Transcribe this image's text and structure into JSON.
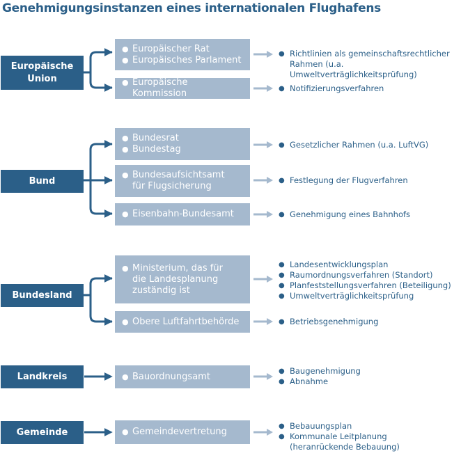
{
  "title": "Genehmigungsinstanzen eines internationalen Flughafens",
  "colors": {
    "dark": "#2b5f88",
    "light": "#a5b9ce",
    "arrow": "#a5b9ce"
  },
  "groups": [
    {
      "level": "Europäische\nUnion",
      "institutions": [
        {
          "items": [
            "Europäischer Rat",
            "Europäisches Parlament"
          ],
          "results": [
            "Richtlinien als gemeinschaftsrechtlicher\nRahmen (u.a. Umweltverträglichkeitsprüfung)"
          ]
        },
        {
          "items": [
            "Europäische Kommission"
          ],
          "results": [
            "Notifizierungsverfahren"
          ]
        }
      ]
    },
    {
      "level": "Bund",
      "institutions": [
        {
          "items": [
            "Bundesrat",
            "Bundestag"
          ],
          "results": [
            "Gesetzlicher Rahmen (u.a. LuftVG)"
          ]
        },
        {
          "items": [
            "Bundesaufsichtsamt\nfür Flugsicherung"
          ],
          "results": [
            "Festlegung der Flugverfahren"
          ]
        },
        {
          "items": [
            "Eisenbahn-Bundesamt"
          ],
          "results": [
            "Genehmigung eines Bahnhofs"
          ]
        }
      ]
    },
    {
      "level": "Bundesland",
      "institutions": [
        {
          "items": [
            "Ministerium, das für\ndie Landesplanung\nzuständig ist"
          ],
          "results": [
            "Landesentwicklungsplan",
            "Raumordnungsverfahren (Standort)",
            "Planfeststellungsverfahren (Beteiligung)",
            "Umweltverträglichkeitsprüfung"
          ]
        },
        {
          "items": [
            "Obere Luftfahrtbehörde"
          ],
          "results": [
            "Betriebsgenehmigung"
          ]
        }
      ]
    },
    {
      "level": "Landkreis",
      "institutions": [
        {
          "items": [
            "Bauordnungsamt"
          ],
          "results": [
            "Baugenehmigung",
            "Abnahme"
          ]
        }
      ]
    },
    {
      "level": "Gemeinde",
      "institutions": [
        {
          "items": [
            "Gemeindevertretung"
          ],
          "results": [
            "Bebauungsplan",
            "Kommunale Leitplanung\n(heranrückende Bebauung)"
          ]
        }
      ]
    }
  ]
}
